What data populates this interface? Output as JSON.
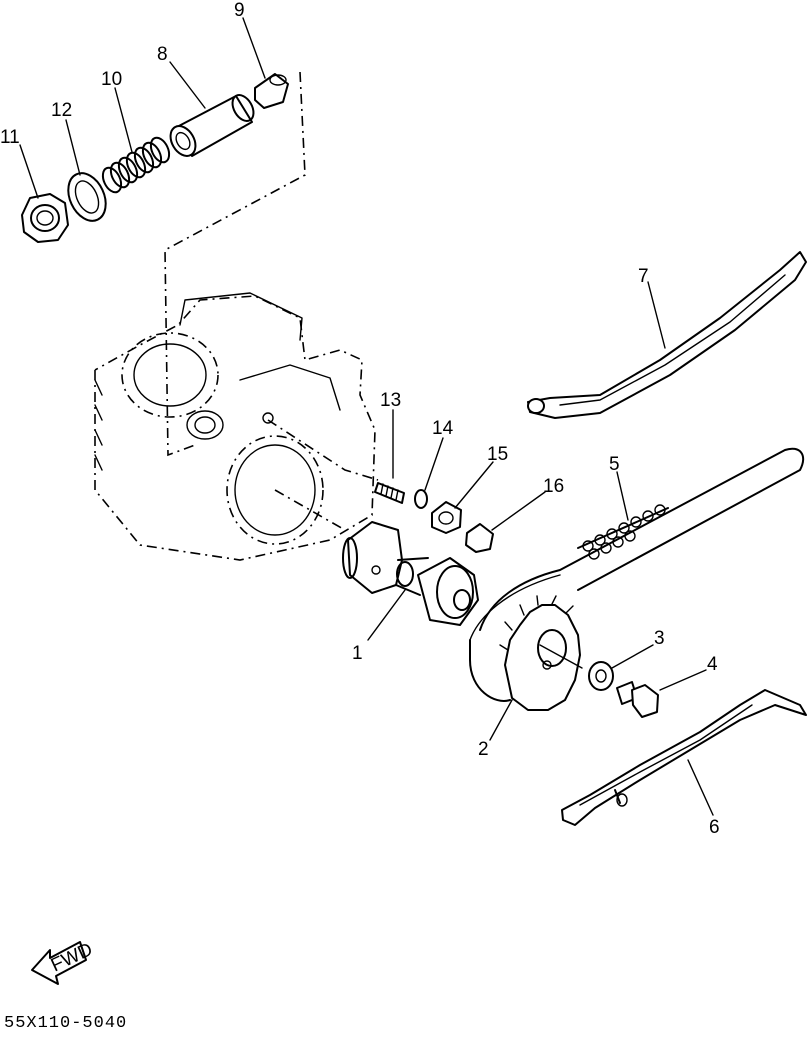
{
  "diagram": {
    "part_labels": [
      "1",
      "2",
      "3",
      "4",
      "5",
      "6",
      "7",
      "8",
      "9",
      "10",
      "11",
      "12",
      "13",
      "14",
      "15",
      "16"
    ],
    "drawing_code": "55X110-5040",
    "fwd_arrow_text": "FWD"
  }
}
